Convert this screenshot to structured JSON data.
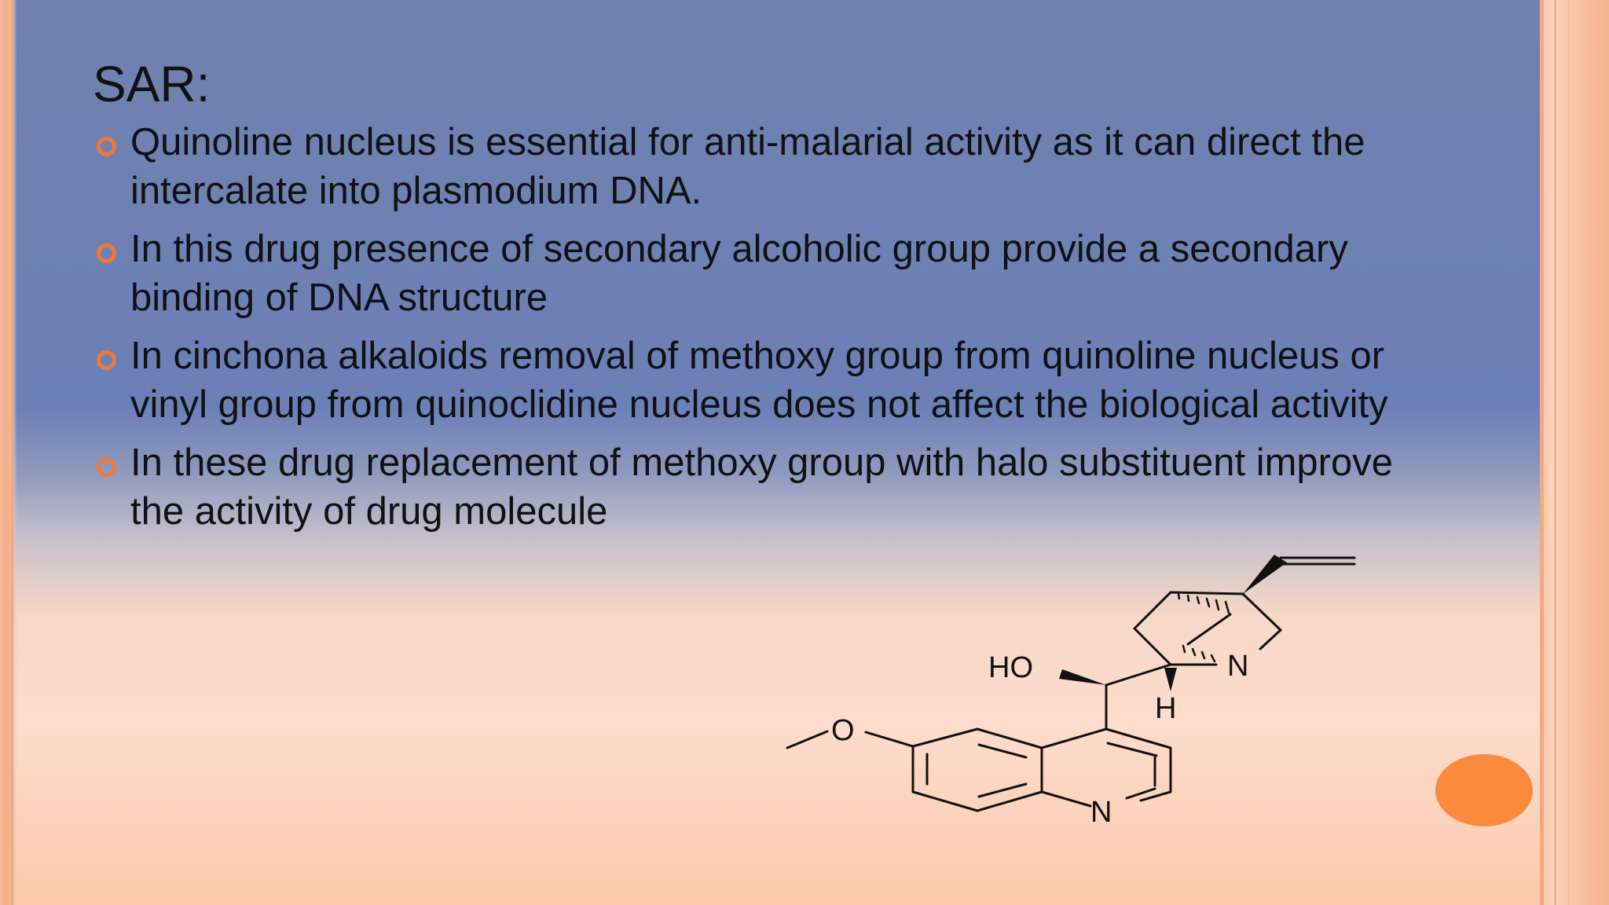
{
  "slide": {
    "title": "SAR:",
    "bullets": [
      "Quinoline nucleus is essential for anti-malarial activity as it can direct the intercalate into plasmodium DNA.",
      "In this drug presence of secondary alcoholic group provide a secondary binding of DNA structure",
      "In cinchona alkaloids removal of methoxy group from quinoline nucleus or vinyl group from quinoclidine nucleus does not affect the biological activity",
      "In these drug replacement of methoxy group with halo substituent improve the activity of drug molecule"
    ],
    "structure_labels": {
      "ho": "HO",
      "o": "O",
      "n_quinuclidine": "N",
      "h": "H",
      "n_quinoline": "N"
    }
  },
  "colors": {
    "bullet_accent": "#f0793a",
    "circle_accent": "#fb8a3d",
    "text": "#111111"
  },
  "icons": {
    "bullet": "hollow-circle-bullet-icon",
    "accent": "orange-circle-icon"
  }
}
